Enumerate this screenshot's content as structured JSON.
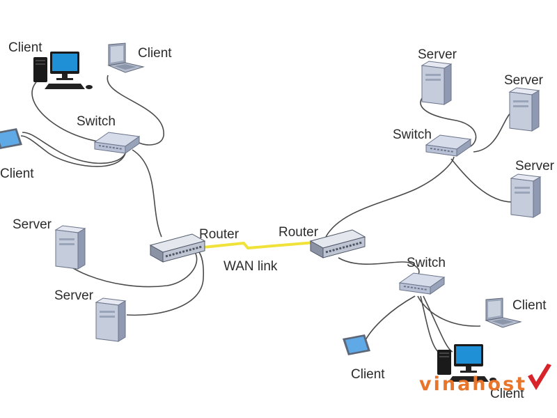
{
  "labels": {
    "client": "Client",
    "server": "Server",
    "switch": "Switch",
    "router": "Router",
    "wan_link": "WAN link"
  },
  "watermark": "vinahost",
  "colors": {
    "device_body": "#d4dae8",
    "device_shade": "#a9b3c9",
    "wan_link": "#f1e23a",
    "watermark": "#e8752c",
    "checkmark": "#d8232a",
    "screen": "#1f8fd6"
  },
  "icons": [
    "desktop-computer-icon",
    "laptop-icon",
    "tablet-icon",
    "switch-icon",
    "router-icon",
    "server-tower-icon"
  ]
}
